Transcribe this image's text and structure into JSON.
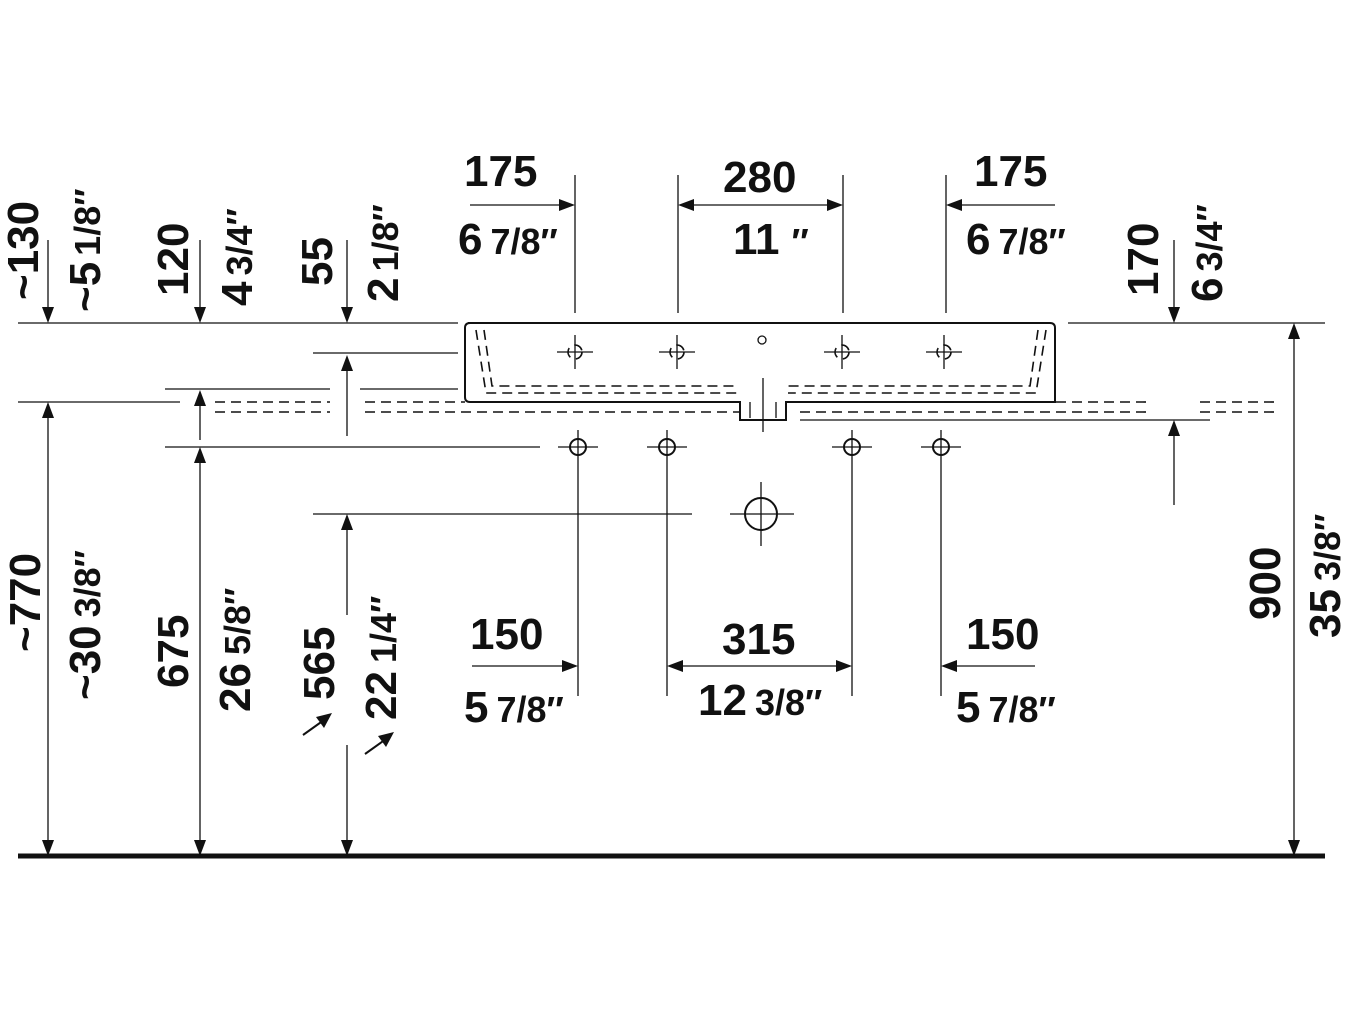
{
  "dimensions": {
    "top_left_175": {
      "mm": "175",
      "inch_whole": "6",
      "inch_frac": "7/8″"
    },
    "top_mid_280": {
      "mm": "280",
      "inch_whole": "11",
      "inch_frac": "″"
    },
    "top_right_175": {
      "mm": "175",
      "inch_whole": "6",
      "inch_frac": "7/8″"
    },
    "left_130": {
      "mm": "~130",
      "inch_whole": "~5",
      "inch_frac": "1/8″"
    },
    "left_120": {
      "mm": "120",
      "inch_whole": "4",
      "inch_frac": "3/4″"
    },
    "left_55": {
      "mm": "55",
      "inch_whole": "2",
      "inch_frac": "1/8″"
    },
    "right_170": {
      "mm": "170",
      "inch_whole": "6",
      "inch_frac": "3/4″"
    },
    "left_770": {
      "mm": "~770",
      "inch_whole": "~30",
      "inch_frac": "3/8″"
    },
    "left_675": {
      "mm": "675",
      "inch_whole": "26",
      "inch_frac": "5/8″"
    },
    "left_565": {
      "mm": "565",
      "inch_whole": "22",
      "inch_frac": "1/4″"
    },
    "right_900": {
      "mm": "900",
      "inch_whole": "35",
      "inch_frac": "3/8″"
    },
    "bottom_left_150": {
      "mm": "150",
      "inch_whole": "5",
      "inch_frac": "7/8″"
    },
    "bottom_mid_315": {
      "mm": "315",
      "inch_whole": "12",
      "inch_frac": "3/8″"
    },
    "bottom_right_150": {
      "mm": "150",
      "inch_whole": "5",
      "inch_frac": "7/8″"
    }
  }
}
